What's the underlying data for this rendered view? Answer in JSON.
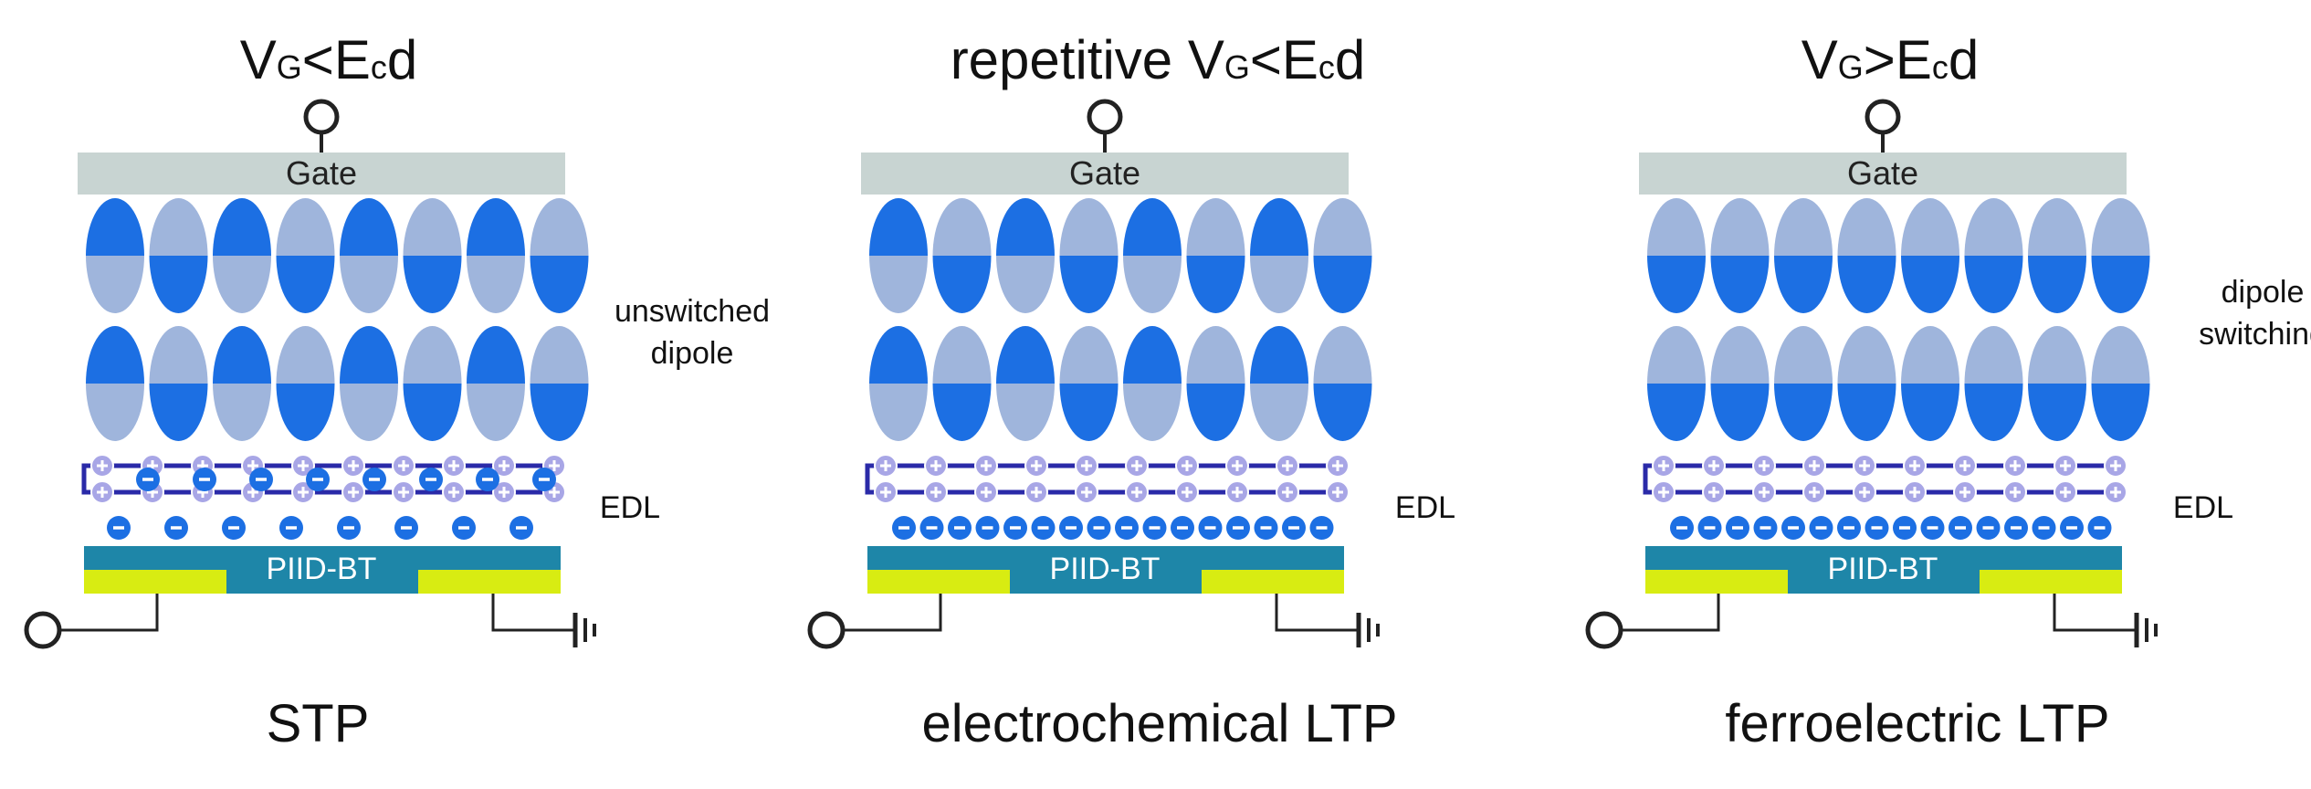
{
  "colors": {
    "gate": "#c8d4d2",
    "dipole_dark": "#1c6fe3",
    "dipole_light": "#9fb5dc",
    "edl_line": "#2a2aa8",
    "cation_fill": "#a8a6e6",
    "anion_fill": "#1c6fe3",
    "semiconductor": "#1e86a8",
    "electrode": "#d8ec12",
    "wire": "#222222"
  },
  "panels": [
    {
      "title": {
        "main1": "V",
        "sub1": "G",
        "main2": "<E",
        "sub2": "c",
        "main3": "d"
      },
      "gate_label": "Gate",
      "semiconductor_label": "PIID-BT",
      "side_note": [
        "unswitched",
        "dipole"
      ],
      "edl_label": "EDL",
      "caption": "STP",
      "dipole_state": "unswitched",
      "anion_state": "sparse"
    },
    {
      "title": {
        "main1": "repetitive V",
        "sub1": "G",
        "main2": "<E",
        "sub2": "c",
        "main3": "d"
      },
      "gate_label": "Gate",
      "semiconductor_label": "PIID-BT",
      "side_note": [],
      "edl_label": "EDL",
      "caption": "electrochemical LTP",
      "dipole_state": "unswitched",
      "anion_state": "dense"
    },
    {
      "title": {
        "main1": "V",
        "sub1": "G",
        "main2": ">E",
        "sub2": "c",
        "main3": "d"
      },
      "gate_label": "Gate",
      "semiconductor_label": "PIID-BT",
      "side_note": [
        "dipole",
        "switching"
      ],
      "edl_label": "EDL",
      "caption": "ferroelectric LTP",
      "dipole_state": "switched",
      "anion_state": "dense"
    }
  ]
}
